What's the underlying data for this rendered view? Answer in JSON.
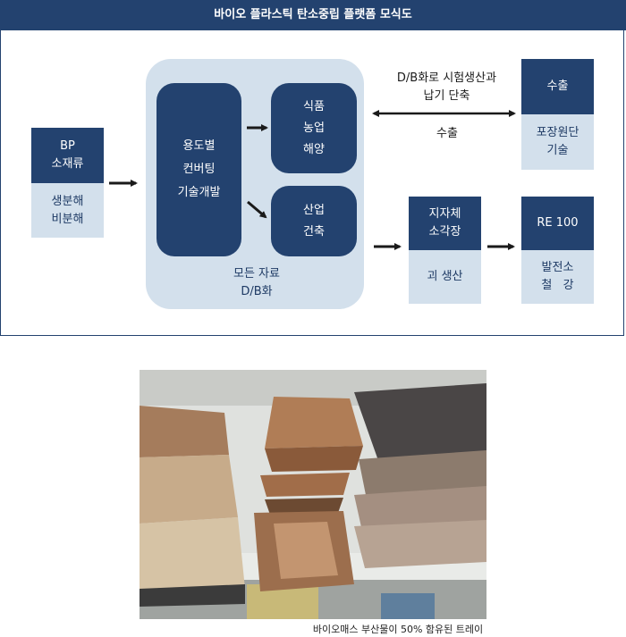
{
  "diagram": {
    "title": "바이오 플라스틱 탄소중립 플랫폼 모식도",
    "bp_box": {
      "top": [
        "BP",
        "소재류"
      ],
      "bottom": [
        "생분해",
        "비분해"
      ]
    },
    "center_panel": {
      "left_box": [
        "용도별",
        "컨버팅",
        "기술개발"
      ],
      "food_box": [
        "식품",
        "농업",
        "해양"
      ],
      "industry_box": [
        "산업",
        "건축"
      ],
      "caption": [
        "모든 자료",
        "D/B화"
      ]
    },
    "export_arrow": {
      "label_top": [
        "D/B화로 시험생산과",
        "납기 단축"
      ],
      "label_bottom": "수출"
    },
    "export_box": {
      "top": [
        "수출"
      ],
      "bottom": [
        "포장원단",
        "기술"
      ]
    },
    "local_box": {
      "top": [
        "지자체",
        "소각장"
      ],
      "bottom": [
        "괴 생산"
      ]
    },
    "re_box": {
      "top": [
        "RE 100"
      ],
      "bottom": [
        "발전소",
        "철   강"
      ]
    }
  },
  "photo": {
    "caption": "바이오매스 부산물이 50% 함유된 트레이"
  }
}
